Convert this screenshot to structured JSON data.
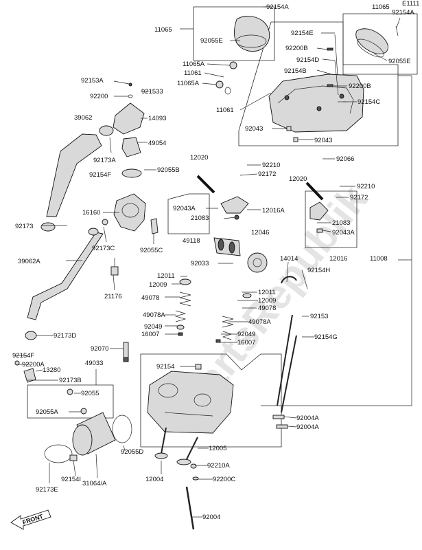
{
  "watermark": "PartsRepublik",
  "front_label": "FRONT",
  "labels": [
    {
      "id": "l01",
      "text": "11065"
    },
    {
      "id": "l02",
      "text": "92154A"
    },
    {
      "id": "l03",
      "text": "92055E"
    },
    {
      "id": "l04",
      "text": "11065"
    },
    {
      "id": "l05",
      "text": "E1111"
    },
    {
      "id": "l06",
      "text": "92154A"
    },
    {
      "id": "l07",
      "text": "92055E"
    },
    {
      "id": "l08",
      "text": "92154E"
    },
    {
      "id": "l09",
      "text": "92200B"
    },
    {
      "id": "l10",
      "text": "92154D"
    },
    {
      "id": "l11",
      "text": "92154B"
    },
    {
      "id": "l12",
      "text": "92200B"
    },
    {
      "id": "l13",
      "text": "11065A"
    },
    {
      "id": "l14",
      "text": "11061"
    },
    {
      "id": "l15",
      "text": "11065A"
    },
    {
      "id": "l16",
      "text": "92153A"
    },
    {
      "id": "l17",
      "text": "92200"
    },
    {
      "id": "l18",
      "text": "921533"
    },
    {
      "id": "l19",
      "text": "92154C"
    },
    {
      "id": "l20",
      "text": "11061"
    },
    {
      "id": "l21",
      "text": "39062"
    },
    {
      "id": "l22",
      "text": "14093"
    },
    {
      "id": "l23",
      "text": "92043"
    },
    {
      "id": "l24",
      "text": "92043"
    },
    {
      "id": "l25",
      "text": "49054"
    },
    {
      "id": "l26",
      "text": "92173A"
    },
    {
      "id": "l27",
      "text": "92066"
    },
    {
      "id": "l28",
      "text": "92055B"
    },
    {
      "id": "l29",
      "text": "12020"
    },
    {
      "id": "l30",
      "text": "92210"
    },
    {
      "id": "l31",
      "text": "92154F"
    },
    {
      "id": "l32",
      "text": "92172"
    },
    {
      "id": "l33",
      "text": "12020"
    },
    {
      "id": "l34",
      "text": "92210"
    },
    {
      "id": "l35",
      "text": "92172"
    },
    {
      "id": "l36",
      "text": "92043A"
    },
    {
      "id": "l37",
      "text": "12016A"
    },
    {
      "id": "l38",
      "text": "16160"
    },
    {
      "id": "l39",
      "text": "21083"
    },
    {
      "id": "l40",
      "text": "21083"
    },
    {
      "id": "l41",
      "text": "92173"
    },
    {
      "id": "l42",
      "text": "92043A"
    },
    {
      "id": "l43",
      "text": "12046"
    },
    {
      "id": "l44",
      "text": "49118"
    },
    {
      "id": "l45",
      "text": "92173C"
    },
    {
      "id": "l46",
      "text": "92055C"
    },
    {
      "id": "l47",
      "text": "12016"
    },
    {
      "id": "l48",
      "text": "11008"
    },
    {
      "id": "l49",
      "text": "39062A"
    },
    {
      "id": "l50",
      "text": "92033"
    },
    {
      "id": "l51",
      "text": "14014"
    },
    {
      "id": "l52",
      "text": "12011"
    },
    {
      "id": "l53",
      "text": "92154H"
    },
    {
      "id": "l54",
      "text": "12009"
    },
    {
      "id": "l55",
      "text": "12011"
    },
    {
      "id": "l56",
      "text": "21176"
    },
    {
      "id": "l57",
      "text": "49078"
    },
    {
      "id": "l58",
      "text": "12009"
    },
    {
      "id": "l59",
      "text": "49078"
    },
    {
      "id": "l60",
      "text": "49078A"
    },
    {
      "id": "l61",
      "text": "92153"
    },
    {
      "id": "l62",
      "text": "49078A"
    },
    {
      "id": "l63",
      "text": "92049"
    },
    {
      "id": "l64",
      "text": "92049"
    },
    {
      "id": "l65",
      "text": "16007"
    },
    {
      "id": "l66",
      "text": "92173D"
    },
    {
      "id": "l67",
      "text": "92154G"
    },
    {
      "id": "l68",
      "text": "16007"
    },
    {
      "id": "l69",
      "text": "92070"
    },
    {
      "id": "l70",
      "text": "92154F"
    },
    {
      "id": "l71",
      "text": "92200A"
    },
    {
      "id": "l72",
      "text": "49033"
    },
    {
      "id": "l73",
      "text": "92154"
    },
    {
      "id": "l74",
      "text": "13280"
    },
    {
      "id": "l75",
      "text": "92173B"
    },
    {
      "id": "l76",
      "text": "92055"
    },
    {
      "id": "l77",
      "text": "92055A"
    },
    {
      "id": "l78",
      "text": "92004A"
    },
    {
      "id": "l79",
      "text": "92004A"
    },
    {
      "id": "l80",
      "text": "12005"
    },
    {
      "id": "l81",
      "text": "92055D"
    },
    {
      "id": "l82",
      "text": "92210A"
    },
    {
      "id": "l83",
      "text": "92154I"
    },
    {
      "id": "l84",
      "text": "31064/A"
    },
    {
      "id": "l85",
      "text": "12004"
    },
    {
      "id": "l86",
      "text": "92200C"
    },
    {
      "id": "l87",
      "text": "92173E"
    },
    {
      "id": "l88",
      "text": "92004"
    }
  ]
}
